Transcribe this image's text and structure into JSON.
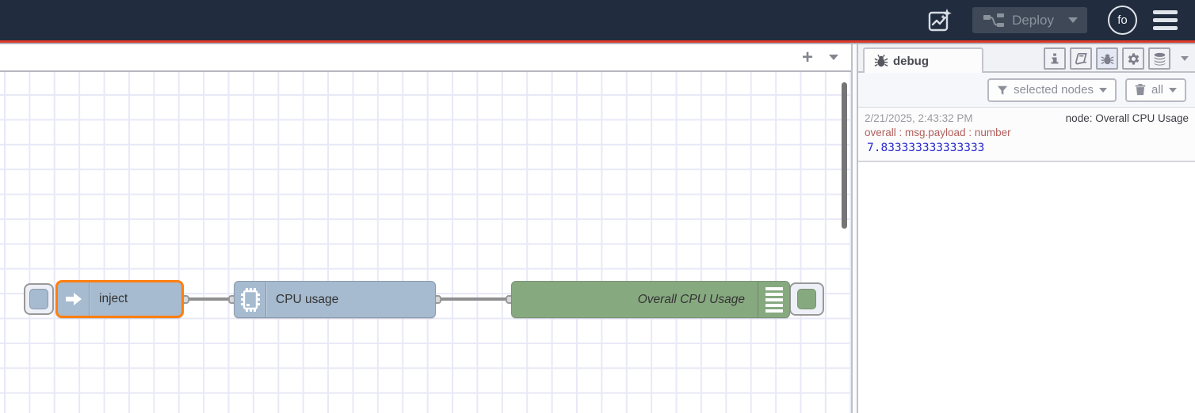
{
  "header": {
    "deploy": {
      "label": "Deploy"
    },
    "avatar": {
      "initials": "fo"
    },
    "icons": {
      "assistant": "flow-sparkle-icon",
      "deploy": "deploy-nodes-icon",
      "menu": "hamburger-icon"
    }
  },
  "workspace": {
    "add_label": "+",
    "icons": {
      "add": "plus-icon",
      "list": "chevron-down-icon"
    }
  },
  "flow": {
    "nodes": [
      {
        "type": "inject",
        "label": "inject",
        "color": "#a6bbcf",
        "selected": true,
        "icon": "inject-arrow-icon"
      },
      {
        "type": "cpu",
        "label": "CPU usage",
        "color": "#a6bbcf",
        "selected": false,
        "icon": "cpu-chip-icon"
      },
      {
        "type": "debug",
        "label": "Overall CPU Usage",
        "color": "#87a980",
        "selected": false,
        "icon": "debug-output-icon"
      }
    ]
  },
  "sidebar": {
    "debug_tab_label": "debug",
    "tools": [
      "info-icon",
      "book-icon",
      "bug-icon",
      "gear-icon",
      "database-icon"
    ],
    "active_tool": "bug-icon",
    "filter_label": "selected nodes",
    "clear_label": "all",
    "messages": [
      {
        "timestamp": "2/21/2025, 2:43:32 PM",
        "source": "node: Overall CPU Usage",
        "property": "overall : msg.payload : number",
        "value": "7.833333333333333"
      }
    ]
  },
  "colors": {
    "header_bg": "#212c3e",
    "accent_red": "#dc392b",
    "node_blue": "#a6bbcf",
    "node_green": "#87a980",
    "selected_orange": "#ff7f0e",
    "debug_topic": "#b0605c",
    "debug_value": "#2727cf"
  }
}
